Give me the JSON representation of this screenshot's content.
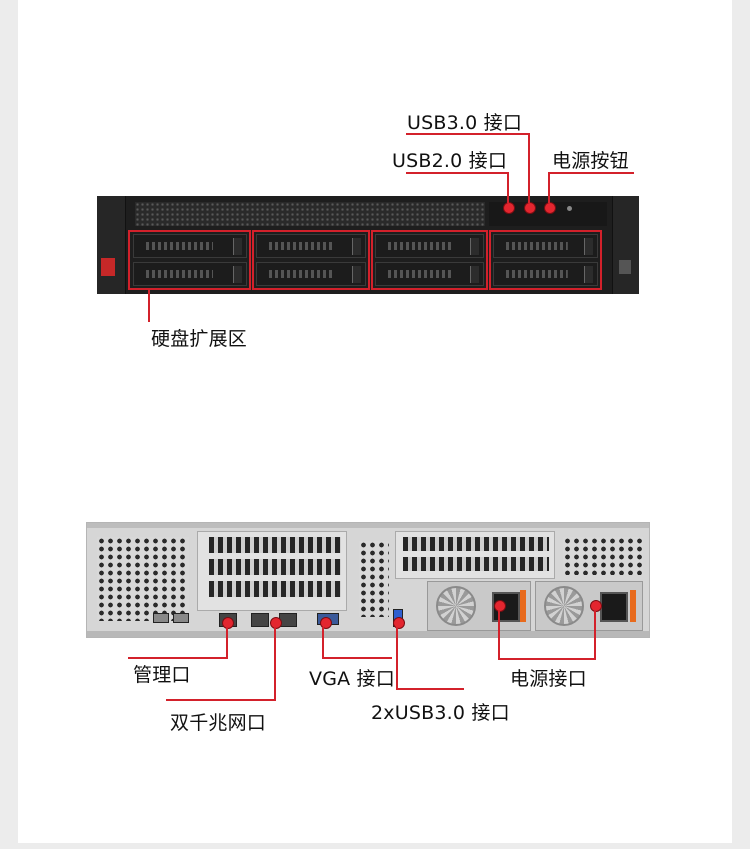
{
  "front_labels": {
    "usb3": "USB3.0 接口",
    "usb2": "USB2.0 接口",
    "power_button": "电源按钮",
    "drive_bays": "硬盘扩展区"
  },
  "rear_labels": {
    "mgmt_port": "管理口",
    "gigabit_ports": "双千兆网口",
    "vga_port": "VGA 接口",
    "usb3_ports": "2xUSB3.0 接口",
    "power_socket": "电源接口"
  },
  "colors": {
    "accent": "#d3212b",
    "chassis": "#1e1e1e",
    "rear_chassis": "#d6d6d6"
  }
}
